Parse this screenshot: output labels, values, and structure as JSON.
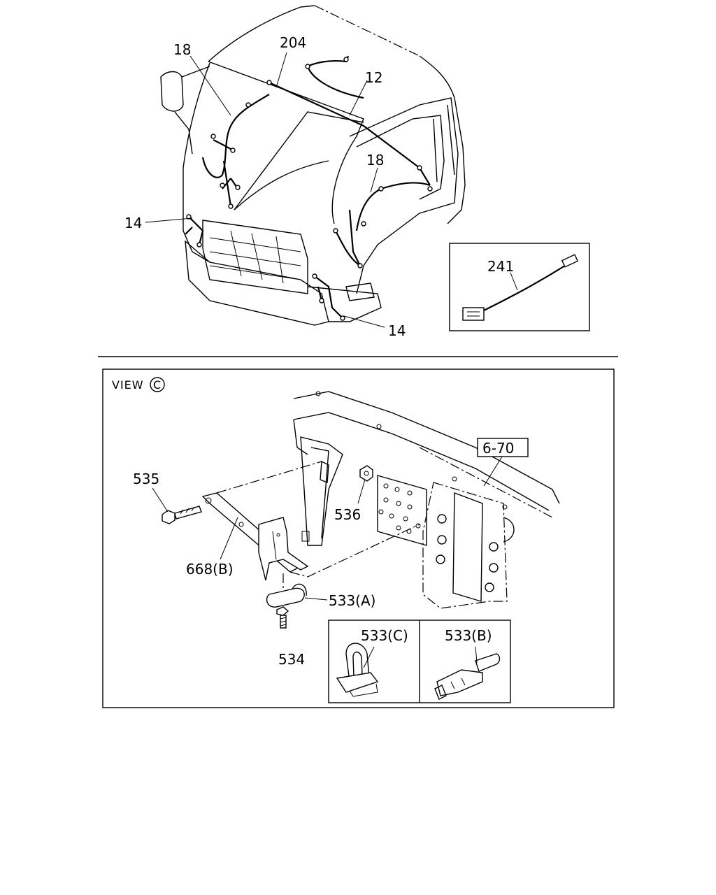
{
  "callouts": {
    "c18_left": "18",
    "c204": "204",
    "c12": "12",
    "c18_right": "18",
    "c14_left": "14",
    "c14_bottom": "14",
    "c241": "241",
    "c535": "535",
    "c536": "536",
    "c668b": "668(B)",
    "c533a": "533(A)",
    "c534": "534",
    "c533c": "533(C)",
    "c533b": "533(B)",
    "ref670": "6-70"
  },
  "view_label": {
    "text": "VIEW",
    "circle_letter": "C"
  }
}
